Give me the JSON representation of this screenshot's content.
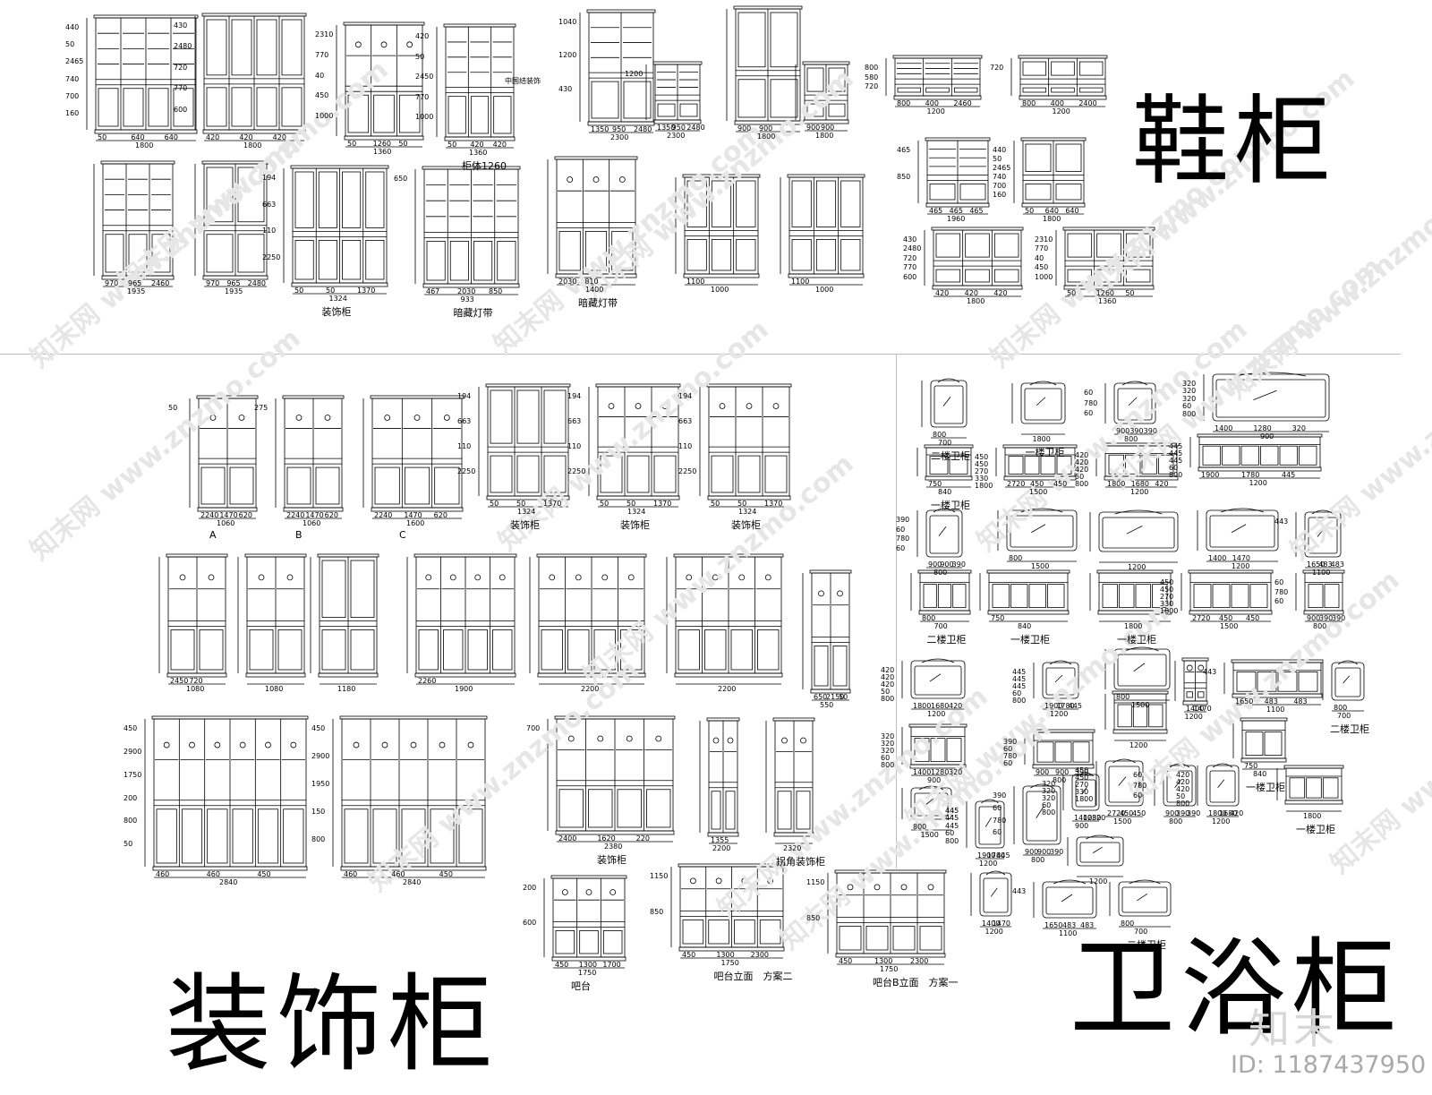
{
  "titles": {
    "shoe": "鞋柜",
    "decorative": "装饰柜",
    "bathroom": "卫浴柜"
  },
  "branding": {
    "logo": "知末",
    "id": "ID: 1187437950",
    "watermark": "知末网 www.znzmo.com"
  },
  "shoe_section": {
    "cabinets": [
      {
        "dims": [
          "1800",
          "50",
          "640",
          "640",
          "440",
          "50",
          "2465",
          "740",
          "700",
          "160"
        ]
      },
      {
        "dims": [
          "1800",
          "420",
          "420",
          "420",
          "430",
          "2480",
          "720",
          "770",
          "600"
        ]
      },
      {
        "dims": [
          "1360",
          "50",
          "1260",
          "50",
          "2310",
          "770",
          "40",
          "450",
          "1000"
        ]
      },
      {
        "dims": [
          "1360",
          "50",
          "420",
          "420",
          "420",
          "50",
          "2450",
          "770",
          "1000"
        ],
        "label": "柜体1260",
        "note": "中国结装饰"
      },
      {
        "dims": [
          "2300",
          "1350",
          "950",
          "2480",
          "1040",
          "1200",
          "430"
        ]
      },
      {
        "dims": [
          "2300",
          "1350",
          "950",
          "2480",
          "1200"
        ]
      },
      {
        "dims": [
          "1800",
          "900",
          "900"
        ]
      },
      {
        "dims": [
          "1800",
          "900",
          "900"
        ]
      },
      {
        "dims": [
          "1200",
          "800",
          "400",
          "2460",
          "800",
          "580",
          "720"
        ]
      },
      {
        "dims": [
          "1200",
          "800",
          "400",
          "2400",
          "720"
        ]
      },
      {
        "dims": [
          "1935",
          "970",
          "965",
          "2460"
        ]
      },
      {
        "dims": [
          "1935",
          "970",
          "965",
          "2480"
        ]
      },
      {
        "dims": [
          "1324",
          "50",
          "50",
          "1370",
          "194",
          "663",
          "110",
          "2250"
        ],
        "label": "装饰柜"
      },
      {
        "dims": [
          "933",
          "467",
          "2030",
          "850",
          "650"
        ],
        "label": "暗藏灯带"
      },
      {
        "dims": [
          "1400",
          "2030",
          "810"
        ],
        "label": "暗藏灯带"
      },
      {
        "dims": [
          "1000",
          "1100"
        ]
      },
      {
        "dims": [
          "1000",
          "1100"
        ]
      },
      {
        "dims": [
          "1960",
          "465",
          "465",
          "465",
          "465",
          "850"
        ]
      }
    ]
  },
  "deco_section": {
    "cabinets": [
      {
        "dims": [
          "1060",
          "2240",
          "1470",
          "620",
          "50"
        ],
        "label": "A"
      },
      {
        "dims": [
          "1060",
          "2240",
          "1470",
          "620",
          "275"
        ],
        "label": "B"
      },
      {
        "dims": [
          "1600",
          "2240",
          "1470",
          "620"
        ],
        "label": "C"
      },
      {
        "dims": [
          "1324",
          "50",
          "50",
          "1370",
          "194",
          "663",
          "110",
          "2250"
        ],
        "label": "装饰柜"
      },
      {
        "dims": [
          "1324",
          "50",
          "50",
          "1370",
          "194",
          "663",
          "110",
          "2250"
        ],
        "label": "装饰柜"
      },
      {
        "dims": [
          "1324",
          "50",
          "50",
          "1370",
          "194",
          "663",
          "110",
          "2250"
        ],
        "label": "装饰柜"
      },
      {
        "dims": [
          "1080",
          "2450",
          "720"
        ]
      },
      {
        "dims": [
          "1080"
        ]
      },
      {
        "dims": [
          "1180"
        ]
      },
      {
        "dims": [
          "1900",
          "2260"
        ]
      },
      {
        "dims": [
          "2200"
        ]
      },
      {
        "dims": [
          "2200"
        ]
      },
      {
        "dims": [
          "550",
          "650",
          "2150",
          "50"
        ]
      },
      {
        "dims": [
          "2840",
          "460",
          "460",
          "450",
          "450",
          "2900",
          "1750",
          "200",
          "800",
          "50"
        ]
      },
      {
        "dims": [
          "2840",
          "460",
          "460",
          "450",
          "450",
          "2900",
          "1950",
          "150",
          "800"
        ]
      },
      {
        "dims": [
          "2380",
          "2400",
          "1620",
          "220",
          "700"
        ],
        "label": "装饰柜"
      },
      {
        "dims": [
          "2200",
          "1355"
        ]
      },
      {
        "dims": [
          "2320"
        ],
        "label": "拐角装饰柜"
      },
      {
        "dims": [
          "1750",
          "450",
          "1300",
          "1700",
          "200",
          "600"
        ],
        "label": "吧台"
      },
      {
        "dims": [
          "1750",
          "450",
          "1300",
          "2300",
          "1150",
          "850"
        ],
        "label": "吧台立面　方案二"
      },
      {
        "dims": [
          "1750",
          "450",
          "1300",
          "2300",
          "1150",
          "850"
        ],
        "label": "吧台B立面　方案一"
      }
    ]
  },
  "bath_section": {
    "cabinets": [
      {
        "dims": [
          "700",
          "800"
        ],
        "label": "二楼卫柜"
      },
      {
        "dims": [
          "840",
          "750"
        ],
        "label": "一楼卫柜"
      },
      {
        "dims": [
          "1800"
        ],
        "label": "一楼卫柜"
      },
      {
        "dims": [
          "1500",
          "2720",
          "450",
          "450",
          "450",
          "450",
          "270",
          "330",
          "1800"
        ]
      },
      {
        "dims": [
          "800",
          "900",
          "390",
          "390",
          "60",
          "780",
          "60"
        ]
      },
      {
        "dims": [
          "1200",
          "1800",
          "1680",
          "420",
          "420",
          "420",
          "420",
          "50",
          "800"
        ]
      },
      {
        "dims": [
          "900",
          "1400",
          "1280",
          "320",
          "320",
          "320",
          "320",
          "60",
          "800"
        ]
      },
      {
        "dims": [
          "1200",
          "1900",
          "1780",
          "445",
          "445",
          "445",
          "445",
          "60",
          "800"
        ]
      },
      {
        "dims": [
          "800",
          "900",
          "900",
          "390",
          "390",
          "60",
          "780",
          "60"
        ]
      },
      {
        "dims": [
          "1500",
          "800"
        ]
      },
      {
        "dims": [
          "1200"
        ]
      },
      {
        "dims": [
          "1200",
          "1400",
          "1470"
        ]
      },
      {
        "dims": [
          "1100",
          "1650",
          "483",
          "483",
          "443"
        ]
      }
    ]
  }
}
